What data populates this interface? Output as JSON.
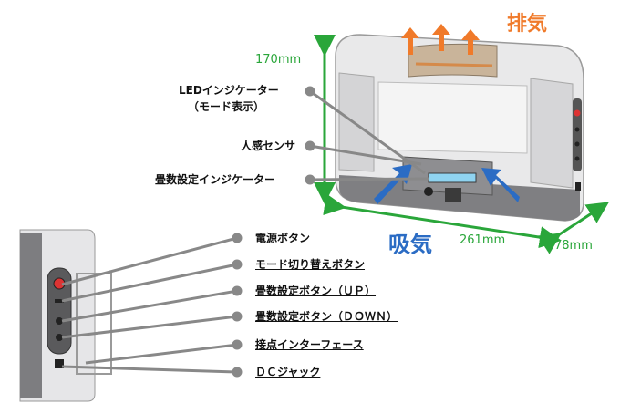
{
  "labels": {
    "exhaust": "排気",
    "intake": "吸気",
    "led_indicator_line1": "LEDインジケーター",
    "led_indicator_line2": "（モード表示）",
    "motion_sensor": "人感センサ",
    "tatami_indicator": "畳数設定インジケーター",
    "power_button": "電源ボタン",
    "mode_button": "モード切り替えボタン",
    "tatami_up": "畳数設定ボタン（ＵＰ）",
    "tatami_down": "畳数設定ボタン（ＤＯＷＮ）",
    "contact_interface": "接点インターフェース",
    "dc_jack": "ＤＣジャック"
  },
  "dimensions": {
    "height": "170mm",
    "width": "261mm",
    "depth": "78mm"
  },
  "colors": {
    "orange": "#f07a2a",
    "blue": "#2b6cc4",
    "green": "#2aa63a",
    "leader": "#888888"
  }
}
